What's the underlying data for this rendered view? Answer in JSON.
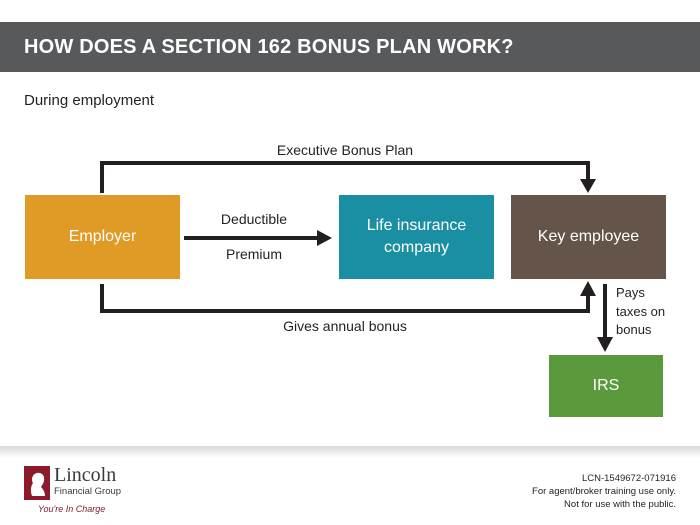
{
  "header": {
    "title": "HOW DOES A SECTION 162 BONUS PLAN WORK?"
  },
  "subtitle": "During employment",
  "nodes": {
    "employer": "Employer",
    "life_insurance": "Life insurance company",
    "key_employee": "Key employee",
    "irs": "IRS"
  },
  "edges": {
    "executive_bonus_plan": "Executive Bonus Plan",
    "deductible": "Deductible",
    "premium": "Premium",
    "gives_annual_bonus": "Gives annual bonus",
    "pays": "Pays",
    "taxes_on": "taxes on",
    "bonus": "bonus"
  },
  "colors": {
    "title_bar": "#58595b",
    "employer": "#e09a26",
    "life_insurance": "#1a8ea3",
    "key_employee": "#64544a",
    "irs": "#5a9a3c",
    "logo_red": "#8b1a2b"
  },
  "footer": {
    "logo_name": "Lincoln",
    "logo_group": "Financial Group",
    "tagline": "You're In Charge",
    "code": "LCN-1549672-071916",
    "usage": "For agent/broker training use only.",
    "restriction": "Not for use with the public."
  }
}
